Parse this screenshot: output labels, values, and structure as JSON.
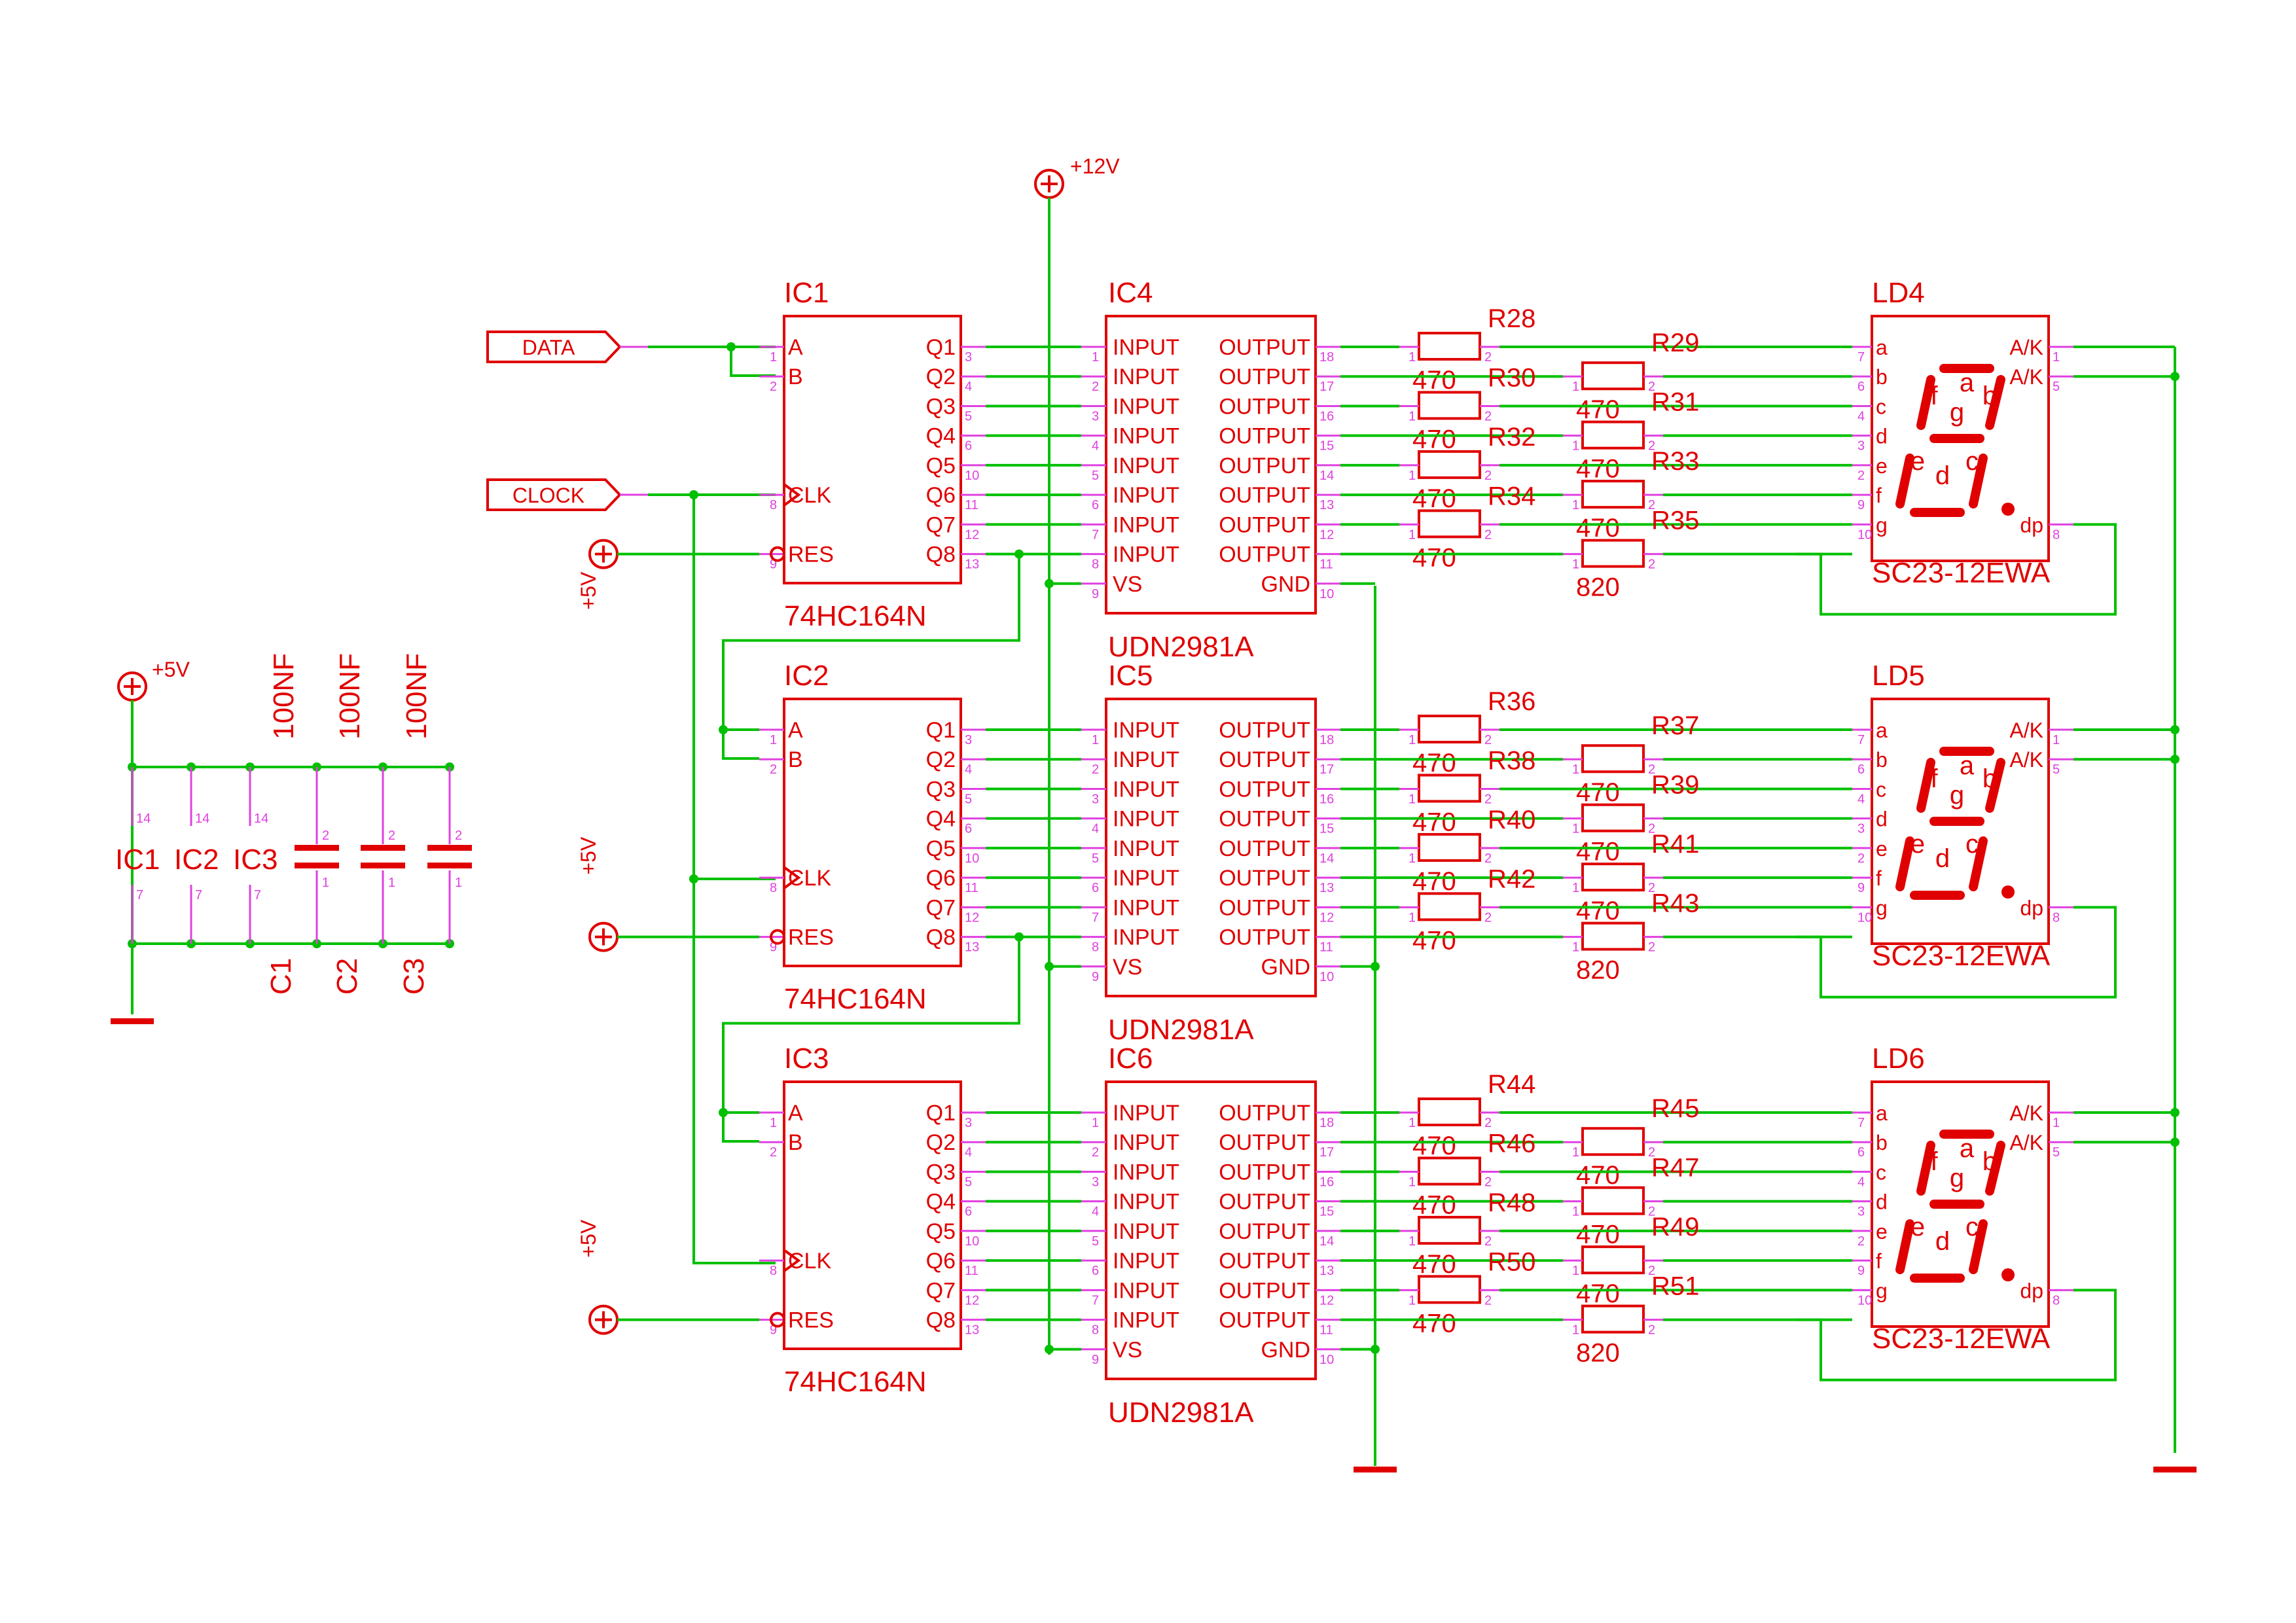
{
  "supply": {
    "v12": "+12V",
    "v5": "+5V"
  },
  "inputs": {
    "data": "DATA",
    "clock": "CLOCK"
  },
  "shift_registers": [
    {
      "ref": "IC1",
      "part": "74HC164N"
    },
    {
      "ref": "IC2",
      "part": "74HC164N"
    },
    {
      "ref": "IC3",
      "part": "74HC164N"
    }
  ],
  "shift_pins": {
    "left": [
      {
        "name": "A",
        "num": "1"
      },
      {
        "name": "B",
        "num": "2"
      },
      {
        "name": "CLK",
        "num": "8"
      },
      {
        "name": "RES",
        "num": "9"
      }
    ],
    "right": [
      {
        "name": "Q1",
        "num": "3"
      },
      {
        "name": "Q2",
        "num": "4"
      },
      {
        "name": "Q3",
        "num": "5"
      },
      {
        "name": "Q4",
        "num": "6"
      },
      {
        "name": "Q5",
        "num": "10"
      },
      {
        "name": "Q6",
        "num": "11"
      },
      {
        "name": "Q7",
        "num": "12"
      },
      {
        "name": "Q8",
        "num": "13"
      }
    ]
  },
  "drivers": [
    {
      "ref": "IC4",
      "part": "UDN2981A"
    },
    {
      "ref": "IC5",
      "part": "UDN2981A"
    },
    {
      "ref": "IC6",
      "part": "UDN2981A"
    }
  ],
  "driver_pins": {
    "input_label": "INPUT",
    "output_label": "OUTPUT",
    "vs_label": "VS",
    "gnd_label": "GND",
    "input_nums": [
      "1",
      "2",
      "3",
      "4",
      "5",
      "6",
      "7",
      "8"
    ],
    "output_nums": [
      "18",
      "17",
      "16",
      "15",
      "14",
      "13",
      "12",
      "11"
    ],
    "vs_num": "9",
    "gnd_num": "10"
  },
  "resistor_groups": [
    {
      "refs": [
        "R28",
        "R29",
        "R30",
        "R31",
        "R32",
        "R33",
        "R34",
        "R35"
      ]
    },
    {
      "refs": [
        "R36",
        "R37",
        "R38",
        "R39",
        "R40",
        "R41",
        "R42",
        "R43"
      ]
    },
    {
      "refs": [
        "R44",
        "R45",
        "R46",
        "R47",
        "R48",
        "R49",
        "R50",
        "R51"
      ]
    }
  ],
  "resistor_values": [
    "470",
    "470",
    "470",
    "470",
    "470",
    "470",
    "470",
    "820"
  ],
  "resistor_pins": {
    "p1": "1",
    "p2": "2"
  },
  "displays": [
    {
      "ref": "LD4",
      "part": "SC23-12EWA"
    },
    {
      "ref": "LD5",
      "part": "SC23-12EWA"
    },
    {
      "ref": "LD6",
      "part": "SC23-12EWA"
    }
  ],
  "display_pins": {
    "left": [
      {
        "name": "a",
        "num": "7"
      },
      {
        "name": "b",
        "num": "6"
      },
      {
        "name": "c",
        "num": "4"
      },
      {
        "name": "d",
        "num": "3"
      },
      {
        "name": "e",
        "num": "2"
      },
      {
        "name": "f",
        "num": "9"
      },
      {
        "name": "g",
        "num": "10"
      }
    ],
    "right": [
      {
        "name": "A/K",
        "num": "1"
      },
      {
        "name": "A/K",
        "num": "5"
      },
      {
        "name": "dp",
        "num": "8"
      }
    ],
    "segment_letters": [
      "a",
      "b",
      "c",
      "d",
      "e",
      "f",
      "g"
    ]
  },
  "decoupling": {
    "ic_refs": [
      "IC1",
      "IC2",
      "IC3"
    ],
    "vcc_pin": "14",
    "gnd_pin": "7",
    "capacitors": [
      {
        "ref": "C1",
        "value": "100NF"
      },
      {
        "ref": "C2",
        "value": "100NF"
      },
      {
        "ref": "C3",
        "value": "100NF"
      }
    ],
    "cap_pins": {
      "top": "2",
      "bottom": "1"
    }
  },
  "colors": {
    "wire": "#00c000",
    "symbol": "#e00000",
    "pin": "#e040e0"
  }
}
